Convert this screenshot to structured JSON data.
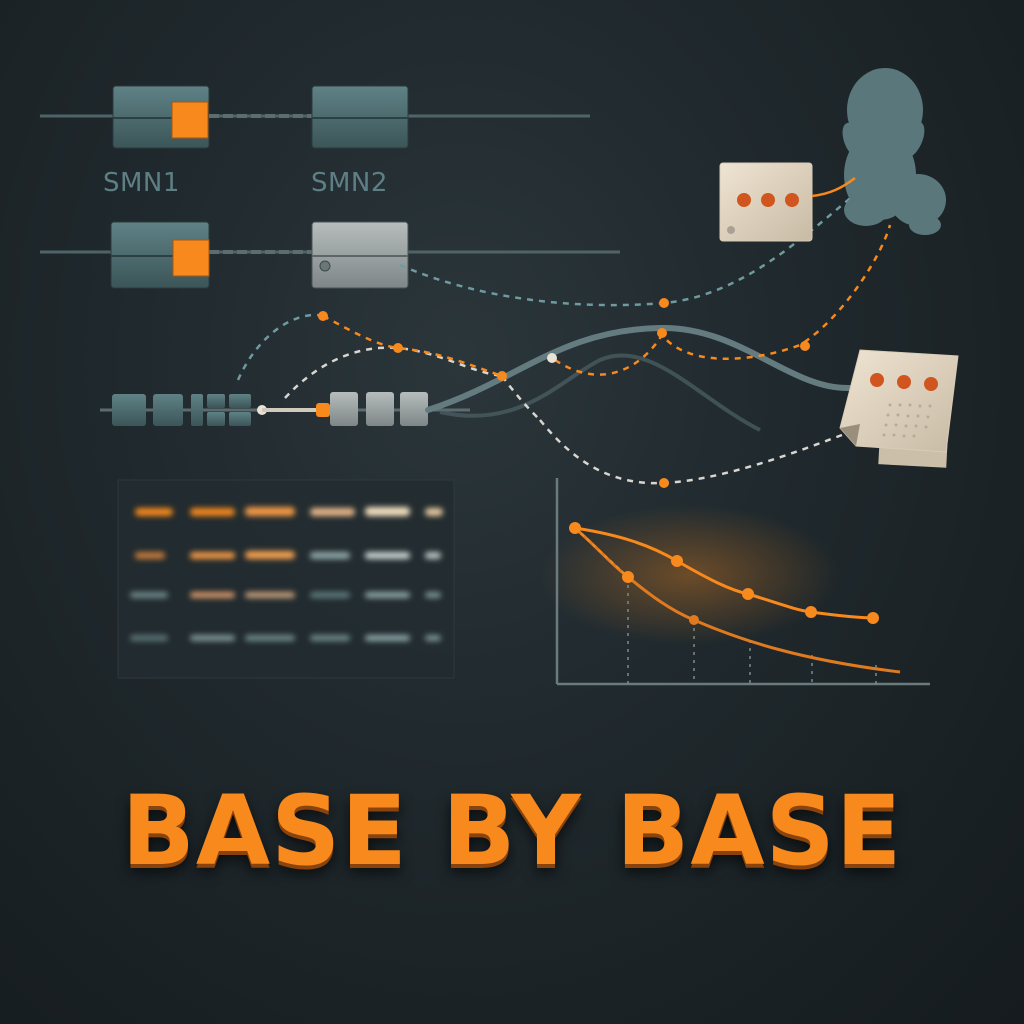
{
  "gene_labels": {
    "left": "SMN1",
    "right": "SMN2"
  },
  "title": "BASE BY BASE",
  "colors": {
    "background": "#1b2226",
    "accent_orange": "#f7891d",
    "teal": "#4f6f73",
    "gray_block": "#9aa2a3",
    "label": "#5d7f85"
  },
  "icons": [
    "baby-icon",
    "speech-card-icon",
    "note-card-icon"
  ],
  "message_dots": 3
}
